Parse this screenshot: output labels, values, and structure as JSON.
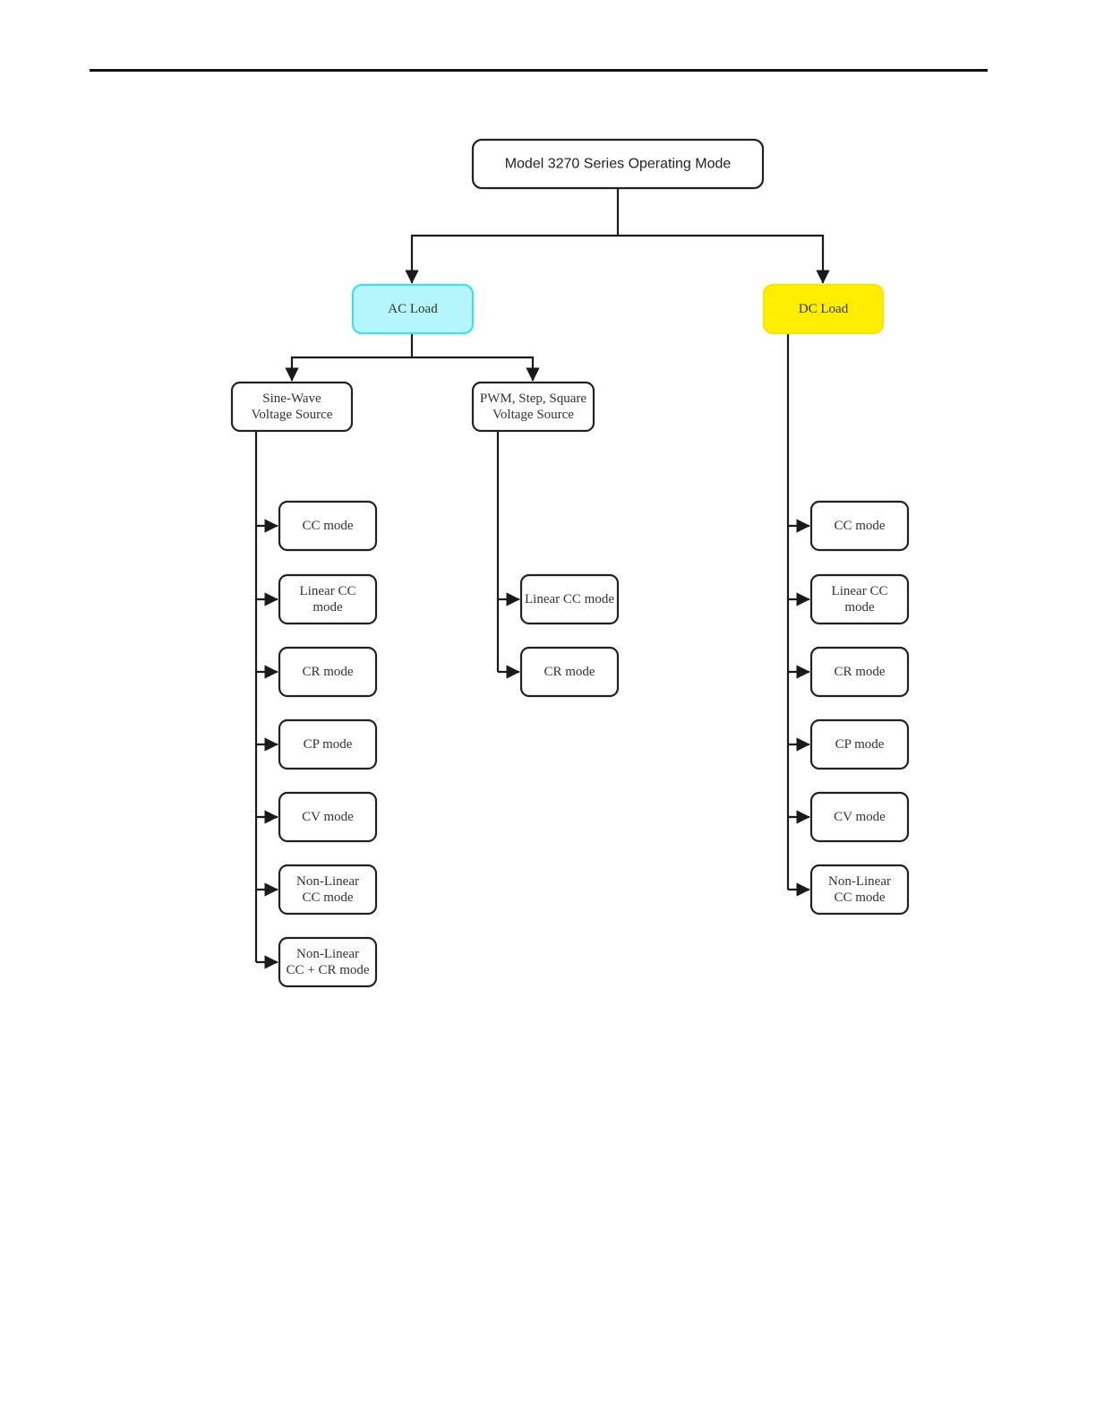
{
  "diagram": {
    "root": {
      "label": "Model 3270 Series Operating Mode"
    },
    "ac_load": {
      "label": "AC Load",
      "color": "#b5f6fb",
      "border": "#3fe0ec"
    },
    "dc_load": {
      "label": "DC Load",
      "color": "#ffee00",
      "border": "#f7e600"
    },
    "sine_wave": {
      "label": [
        "Sine-Wave",
        "Voltage Source"
      ]
    },
    "pwm": {
      "label": [
        "PWM, Step, Square",
        "Voltage Source"
      ]
    },
    "sine_modes": [
      {
        "label": [
          "CC mode"
        ]
      },
      {
        "label": [
          "Linear CC",
          "mode"
        ]
      },
      {
        "label": [
          "CR mode"
        ]
      },
      {
        "label": [
          "CP  mode"
        ]
      },
      {
        "label": [
          "CV mode"
        ]
      },
      {
        "label": [
          "Non-Linear",
          "CC mode"
        ]
      },
      {
        "label": [
          "Non-Linear",
          "CC + CR mode"
        ]
      }
    ],
    "pwm_modes": [
      {
        "label": [
          "Linear CC mode"
        ]
      },
      {
        "label": [
          "CR mode"
        ]
      }
    ],
    "dc_modes": [
      {
        "label": [
          "CC mode"
        ]
      },
      {
        "label": [
          "Linear CC",
          "mode"
        ]
      },
      {
        "label": [
          "CR mode"
        ]
      },
      {
        "label": [
          "CP  mode"
        ]
      },
      {
        "label": [
          "CV mode"
        ]
      },
      {
        "label": [
          "Non-Linear",
          "CC mode"
        ]
      }
    ]
  }
}
